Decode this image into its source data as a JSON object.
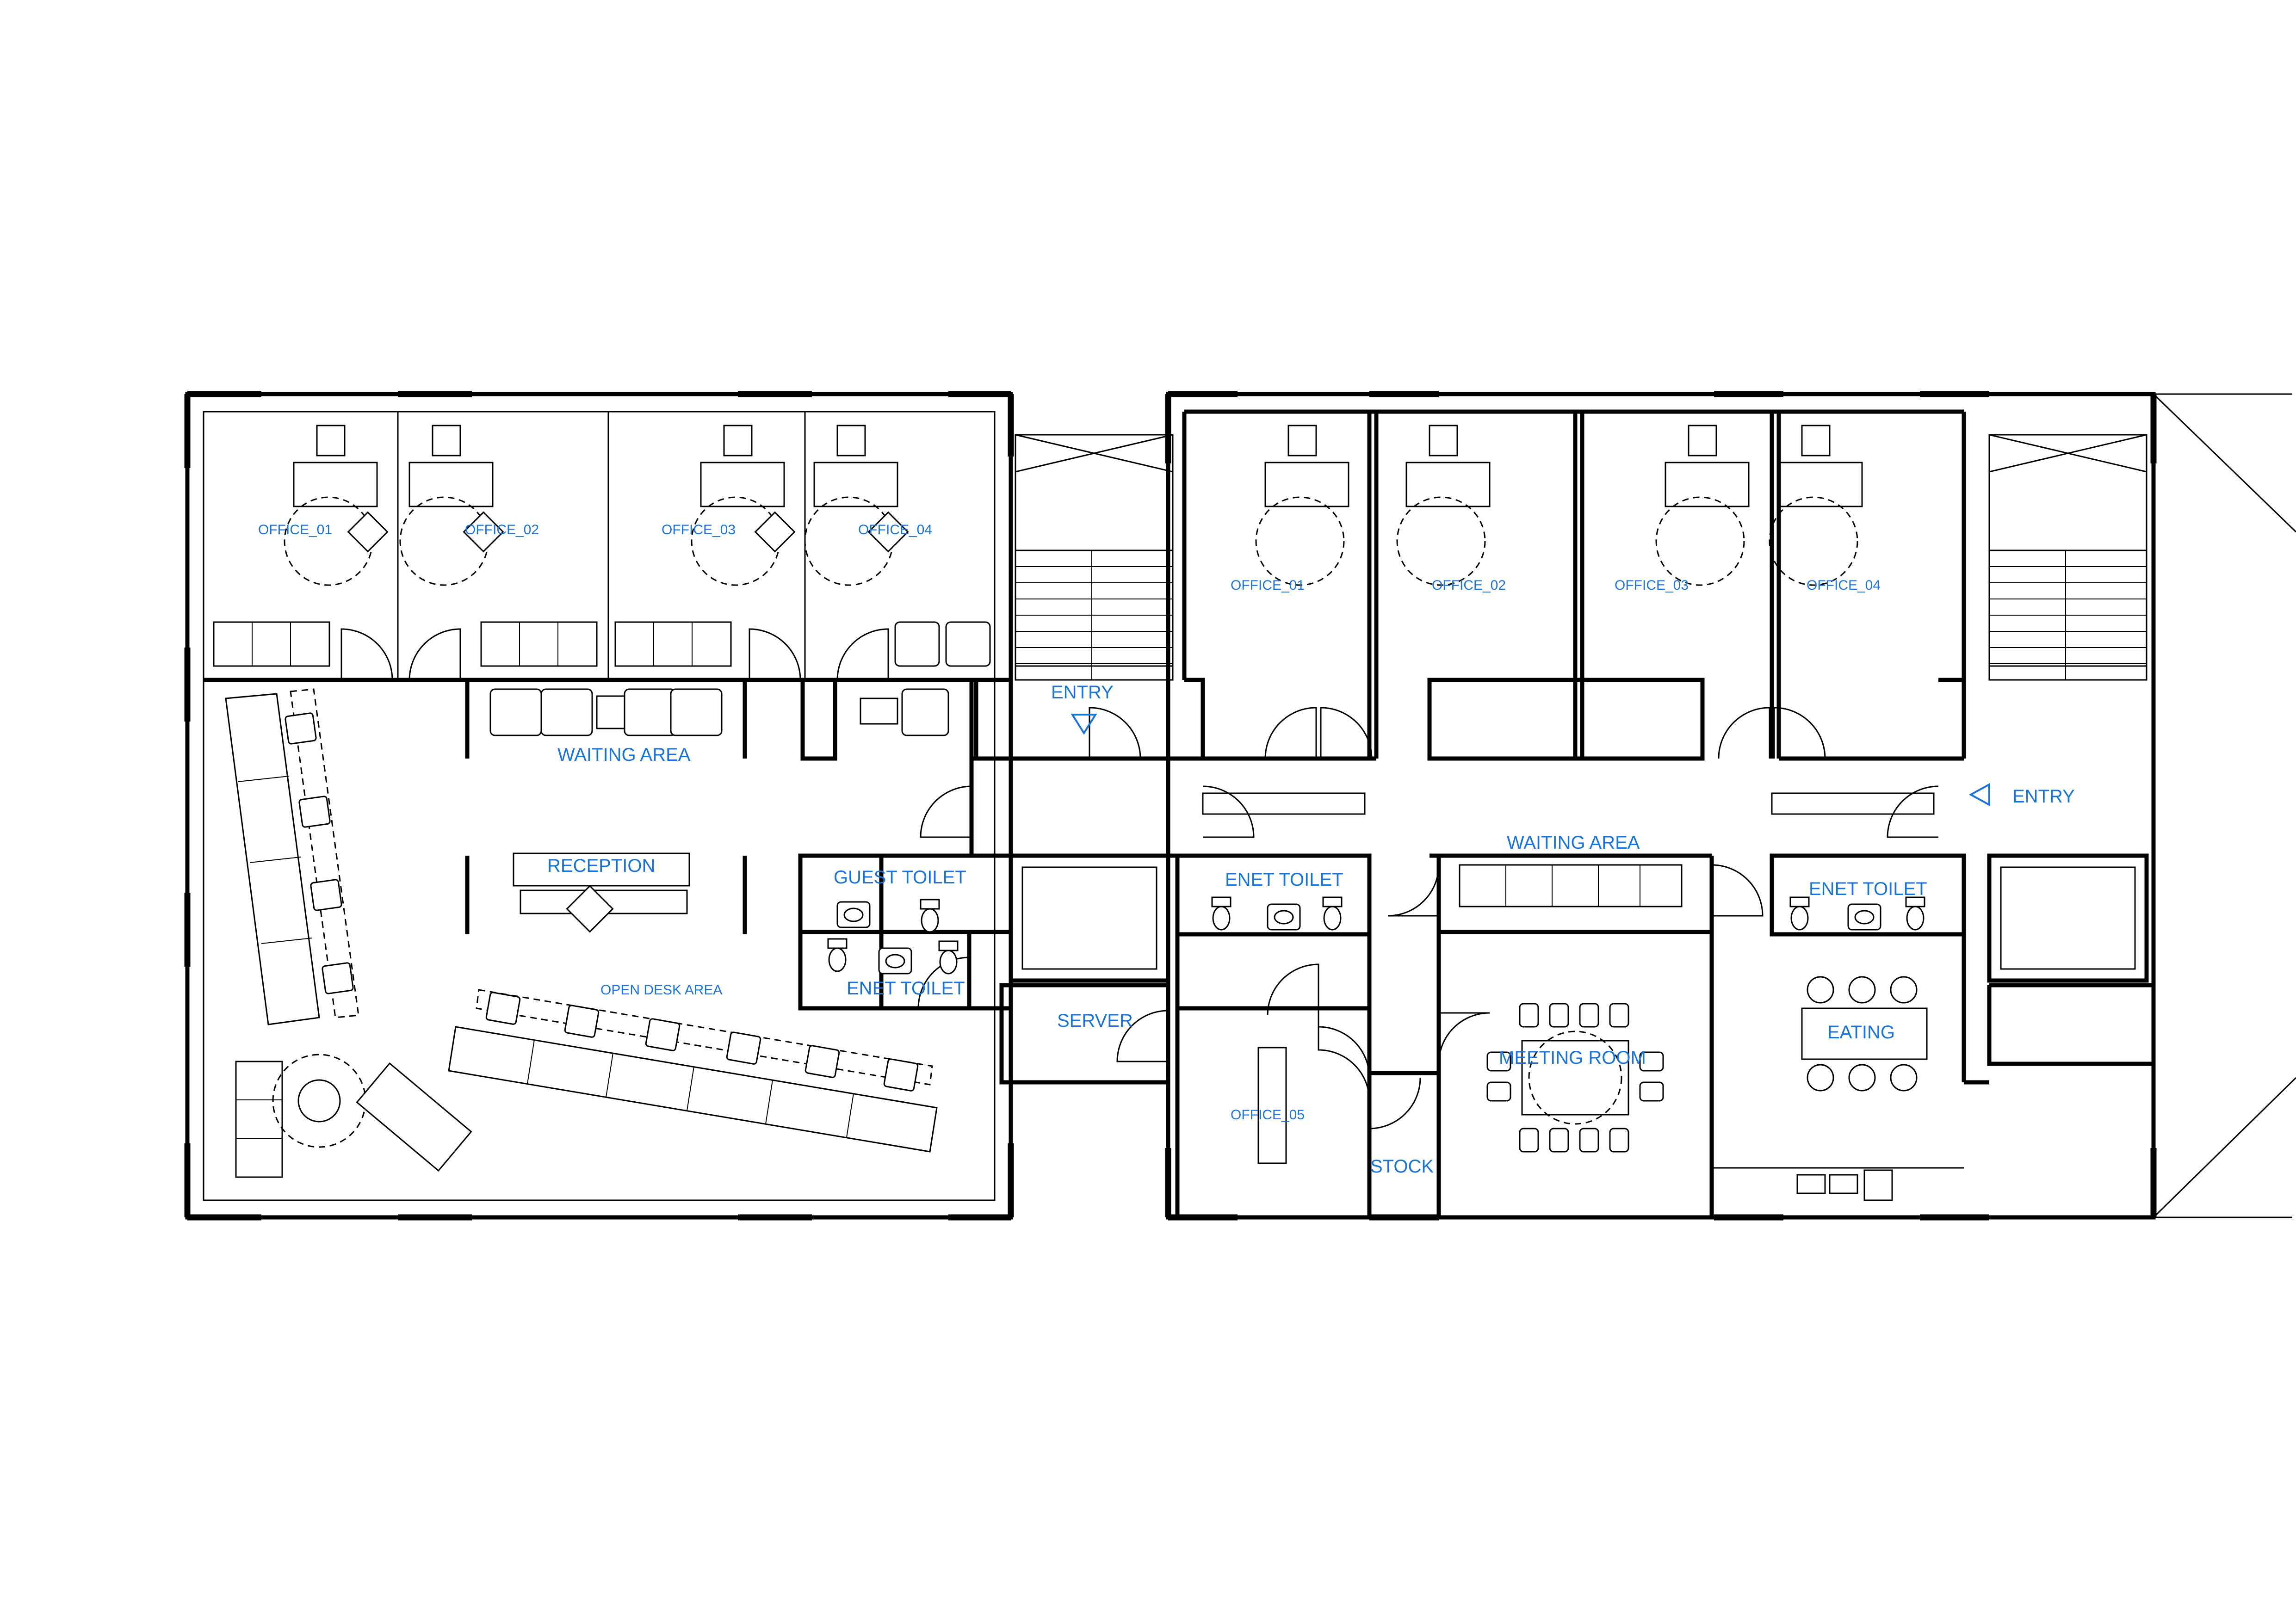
{
  "labels": {
    "left_office_01": "OFFICE_01",
    "left_office_02": "OFFICE_02",
    "left_office_03": "OFFICE_03",
    "left_office_04": "OFFICE_04",
    "right_office_01": "OFFICE_01",
    "right_office_02": "OFFICE_02",
    "right_office_03": "OFFICE_03",
    "right_office_04": "OFFICE_04",
    "left_waiting_area": "WAITING AREA",
    "right_waiting_area": "WAITING AREA",
    "reception": "RECEPTION",
    "open_desk_area": "OPEN DESK AREA",
    "guest_toilet": "GUEST TOILET",
    "enet_toilet_left": "ENET TOILET",
    "enet_toilet_middle": "ENET TOILET",
    "enet_toilet_right": "ENET TOILET",
    "entry_left": "ENTRY",
    "entry_right": "ENTRY",
    "server": "SERVER",
    "office_05": "OFFICE_05",
    "stock": "STOCK",
    "meeting_room": "MEETING ROOM",
    "eating": "EATING"
  },
  "colors": {
    "label": "#1a73d9",
    "line": "#000000",
    "background": "#ffffff"
  }
}
